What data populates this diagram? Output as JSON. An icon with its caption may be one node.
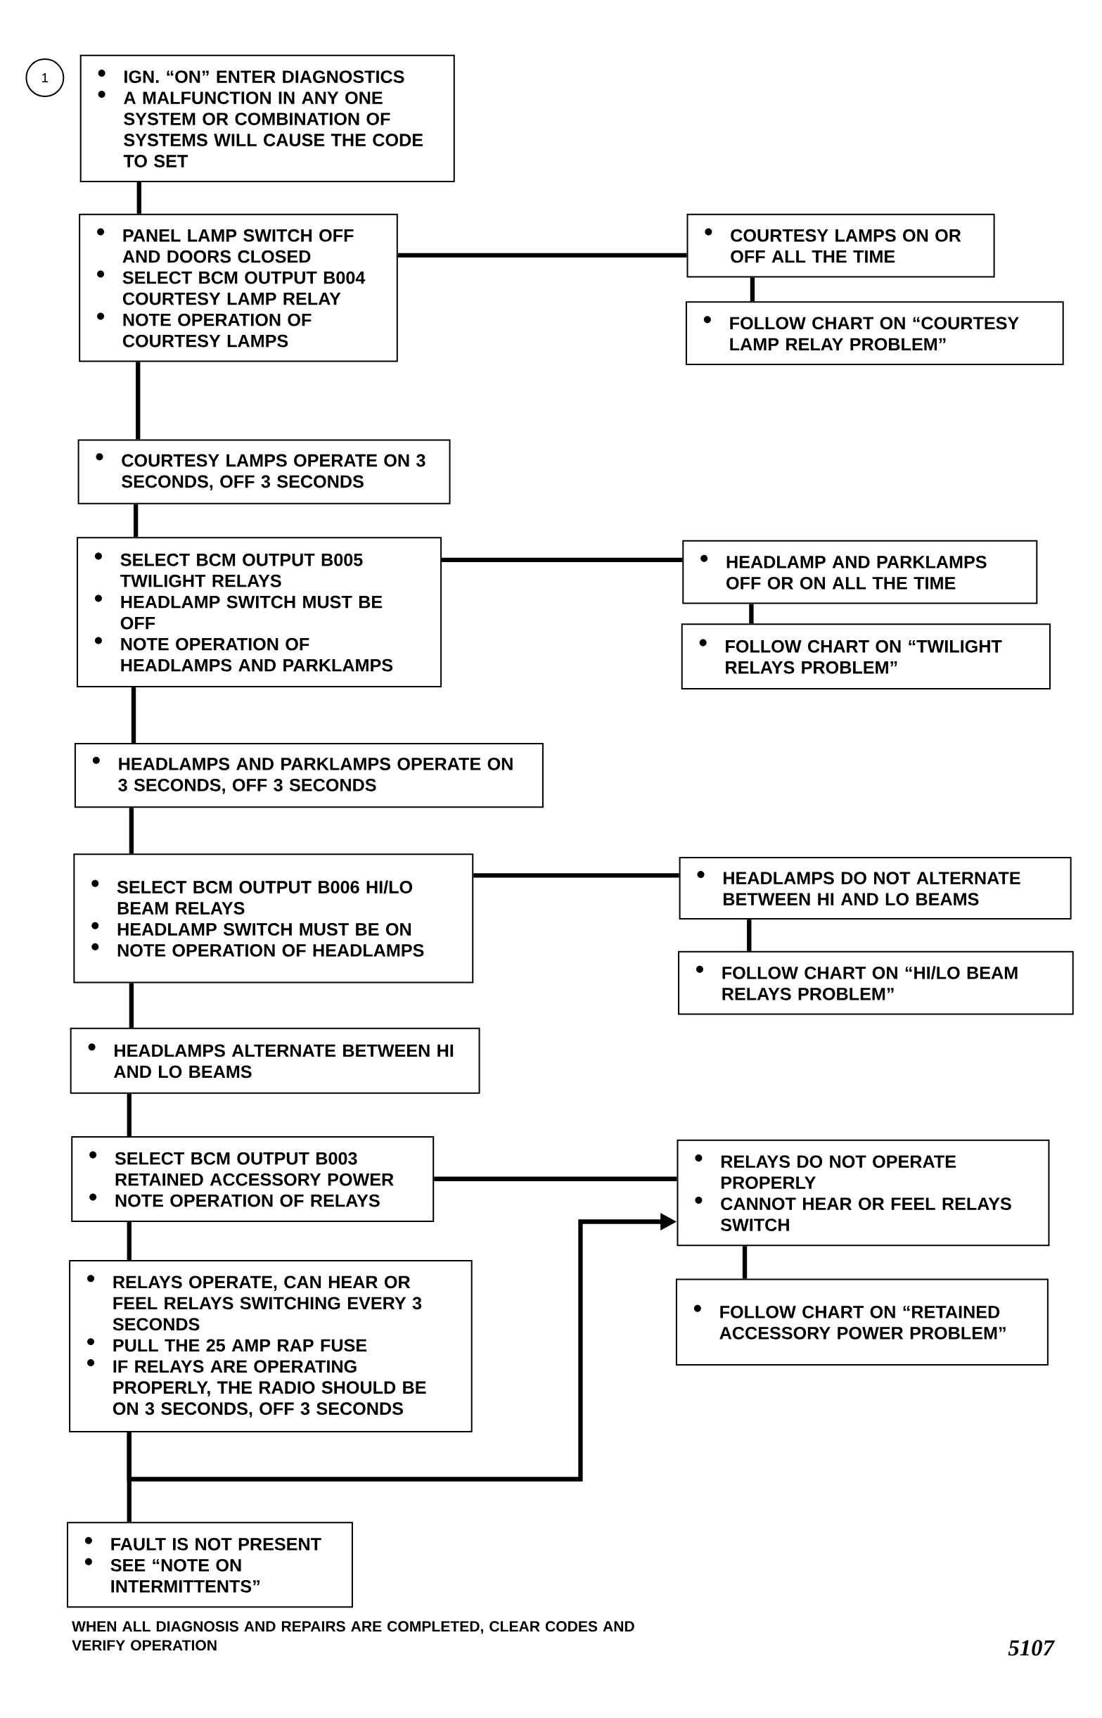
{
  "diagram": {
    "nodes": [
      {
        "text": [
          "1"
        ]
      },
      {
        "text": [
          "IGN. “ON” ENTER DIAGNOSTICS",
          "A MALFUNCTION IN ANY ONE SYSTEM OR COMBINATION OF SYSTEMS WILL CAUSE THE CODE TO SET"
        ]
      },
      {
        "text": [
          "PANEL LAMP SWITCH OFF AND DOORS CLOSED",
          "SELECT BCM OUTPUT B004 COURTESY LAMP RELAY",
          "NOTE OPERATION OF COURTESY LAMPS"
        ]
      },
      {
        "text": [
          "COURTESY LAMPS ON OR OFF ALL THE TIME"
        ]
      },
      {
        "text": [
          "FOLLOW CHART ON “COURTESY LAMP RELAY PROBLEM”"
        ]
      },
      {
        "text": [
          "COURTESY LAMPS OPERATE ON 3 SECONDS, OFF 3 SECONDS"
        ]
      },
      {
        "text": [
          "SELECT BCM OUTPUT B005 TWILIGHT RELAYS",
          "HEADLAMP SWITCH MUST BE OFF",
          "NOTE OPERATION OF HEADLAMPS AND PARKLAMPS"
        ]
      },
      {
        "text": [
          "HEADLAMP AND PARKLAMPS OFF OR ON ALL THE TIME"
        ]
      },
      {
        "text": [
          "FOLLOW CHART ON “TWILIGHT RELAYS PROBLEM”"
        ]
      },
      {
        "text": [
          "HEADLAMPS AND PARKLAMPS OPERATE ON 3 SECONDS, OFF 3 SECONDS"
        ]
      },
      {
        "text": [
          "SELECT BCM OUTPUT B006 HI/LO BEAM RELAYS",
          "HEADLAMP SWITCH MUST BE ON",
          "NOTE OPERATION OF HEADLAMPS"
        ]
      },
      {
        "text": [
          "HEADLAMPS DO NOT ALTERNATE BETWEEN HI AND LO BEAMS"
        ]
      },
      {
        "text": [
          "FOLLOW CHART ON “HI/LO BEAM RELAYS PROBLEM”"
        ]
      },
      {
        "text": [
          "HEADLAMPS ALTERNATE BETWEEN HI AND LO BEAMS"
        ]
      },
      {
        "text": [
          "SELECT BCM OUTPUT B003 RETAINED ACCESSORY POWER",
          "NOTE OPERATION OF RELAYS"
        ]
      },
      {
        "text": [
          "RELAYS DO NOT OPERATE PROPERLY",
          "CANNOT HEAR OR FEEL RELAYS SWITCH"
        ]
      },
      {
        "text": [
          "FOLLOW CHART ON “RETAINED ACCESSORY POWER PROBLEM”"
        ]
      },
      {
        "text": [
          "RELAYS OPERATE, CAN HEAR OR FEEL RELAYS SWITCHING EVERY 3 SECONDS",
          "PULL THE 25 AMP RAP FUSE",
          "IF RELAYS ARE OPERATING PROPERLY, THE RADIO SHOULD BE ON 3 SECONDS, OFF 3 SECONDS"
        ]
      },
      {
        "text": [
          "FAULT IS NOT PRESENT",
          "SEE “NOTE ON INTERMITTENTS”"
        ]
      }
    ],
    "edges": [
      {
        "from": 1,
        "to": 2,
        "arrow": "none"
      },
      {
        "from": 2,
        "to": 3,
        "arrow": "none"
      },
      {
        "from": 3,
        "to": 4,
        "arrow": "none"
      },
      {
        "from": 2,
        "to": 5,
        "arrow": "none"
      },
      {
        "from": 5,
        "to": 6,
        "arrow": "none"
      },
      {
        "from": 6,
        "to": 7,
        "arrow": "none"
      },
      {
        "from": 7,
        "to": 8,
        "arrow": "none"
      },
      {
        "from": 6,
        "to": 9,
        "arrow": "none"
      },
      {
        "from": 9,
        "to": 10,
        "arrow": "none"
      },
      {
        "from": 10,
        "to": 11,
        "arrow": "none"
      },
      {
        "from": 11,
        "to": 12,
        "arrow": "none"
      },
      {
        "from": 10,
        "to": 13,
        "arrow": "none"
      },
      {
        "from": 13,
        "to": 14,
        "arrow": "none"
      },
      {
        "from": 14,
        "to": 15,
        "arrow": "none"
      },
      {
        "from": 15,
        "to": 16,
        "arrow": "none"
      },
      {
        "from": 14,
        "to": 17,
        "arrow": "none"
      },
      {
        "from": 17,
        "to": 15,
        "arrow": "to"
      },
      {
        "from": 17,
        "to": 18,
        "arrow": "none"
      }
    ],
    "labels": [
      "WHEN ALL DIAGNOSIS AND REPAIRS ARE COMPLETED, CLEAR CODES AND VERIFY OPERATION",
      "5107"
    ]
  }
}
